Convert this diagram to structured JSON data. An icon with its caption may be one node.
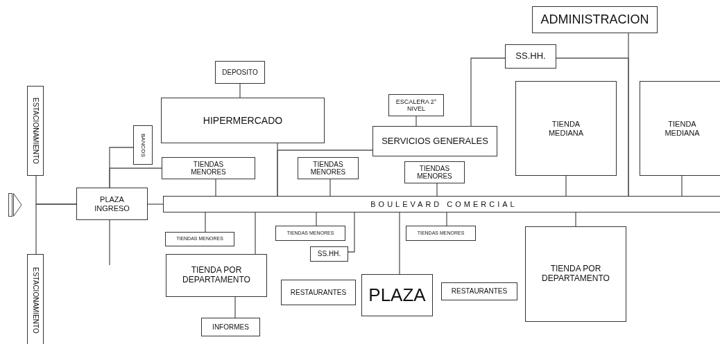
{
  "diagram": {
    "nodes": [
      {
        "text": [
          "ESTACIONAMIENTO"
        ]
      },
      {
        "text": [
          "ESTACIONAMIENTO"
        ]
      },
      {
        "text": [
          "PLAZA INGRESO"
        ]
      },
      {
        "text": [
          "BANCOS"
        ]
      },
      {
        "text": [
          "DEPOSITO"
        ]
      },
      {
        "text": [
          "HIPERMERCADO"
        ]
      },
      {
        "text": [
          "TIENDAS MENORES"
        ]
      },
      {
        "text": [
          "TIENDAS MENORES"
        ]
      },
      {
        "text": [
          "ESCALERA 2° NIVEL"
        ]
      },
      {
        "text": [
          "SERVICIOS GENERALES"
        ]
      },
      {
        "text": [
          "TIENDAS MENORES"
        ]
      },
      {
        "text": [
          "ADMINISTRACION"
        ]
      },
      {
        "text": [
          "SS.HH."
        ]
      },
      {
        "text": [
          "TIENDA MEDIANA"
        ]
      },
      {
        "text": [
          "TIENDA MEDIANA"
        ]
      },
      {
        "text": [
          "BOULEVARD COMERCIAL"
        ]
      },
      {
        "text": [
          "TIENDAS MENORES"
        ]
      },
      {
        "text": [
          "TIENDA POR DEPARTAMENTO"
        ]
      },
      {
        "text": [
          "INFORMES"
        ]
      },
      {
        "text": [
          "TIENDAS MENORES"
        ]
      },
      {
        "text": [
          "SS.HH."
        ]
      },
      {
        "text": [
          "RESTAURANTES"
        ]
      },
      {
        "text": [
          "PLAZA"
        ]
      },
      {
        "text": [
          "RESTAURANTES"
        ]
      },
      {
        "text": [
          "TIENDAS MENORES"
        ]
      },
      {
        "text": [
          "TIENDA POR DEPARTAMENTO"
        ]
      }
    ],
    "edges": [
      {
        "from": 0,
        "to": 2,
        "arrow": "none"
      },
      {
        "from": 1,
        "to": 2,
        "arrow": "none"
      },
      {
        "from": 2,
        "to": 15,
        "arrow": "none"
      },
      {
        "from": 2,
        "to": 3,
        "arrow": "none"
      },
      {
        "from": 2,
        "to": 6,
        "arrow": "none"
      },
      {
        "from": 2,
        "to": null,
        "arrow": "none"
      },
      {
        "from": 4,
        "to": 5,
        "arrow": "none"
      },
      {
        "from": 6,
        "to": 15,
        "arrow": "none"
      },
      {
        "from": 5,
        "to": 15,
        "arrow": "none"
      },
      {
        "from": 9,
        "to": 15,
        "arrow": "none"
      },
      {
        "from": 7,
        "to": 15,
        "arrow": "none"
      },
      {
        "from": 8,
        "to": 9,
        "arrow": "none"
      },
      {
        "from": 9,
        "to": 12,
        "arrow": "none"
      },
      {
        "from": 10,
        "to": 15,
        "arrow": "none"
      },
      {
        "from": 11,
        "to": 15,
        "arrow": "none"
      },
      {
        "from": 12,
        "to": 15,
        "arrow": "none"
      },
      {
        "from": 13,
        "to": 15,
        "arrow": "none"
      },
      {
        "from": 14,
        "to": 15,
        "arrow": "none"
      },
      {
        "from": 15,
        "to": 16,
        "arrow": "none"
      },
      {
        "from": 15,
        "to": 17,
        "arrow": "none"
      },
      {
        "from": 17,
        "to": 18,
        "arrow": "none"
      },
      {
        "from": 15,
        "to": 19,
        "arrow": "none"
      },
      {
        "from": 15,
        "to": 20,
        "arrow": "none"
      },
      {
        "from": 15,
        "to": 22,
        "arrow": "none"
      },
      {
        "from": 15,
        "to": 24,
        "arrow": "none"
      },
      {
        "from": 15,
        "to": 25,
        "arrow": "none"
      }
    ]
  }
}
